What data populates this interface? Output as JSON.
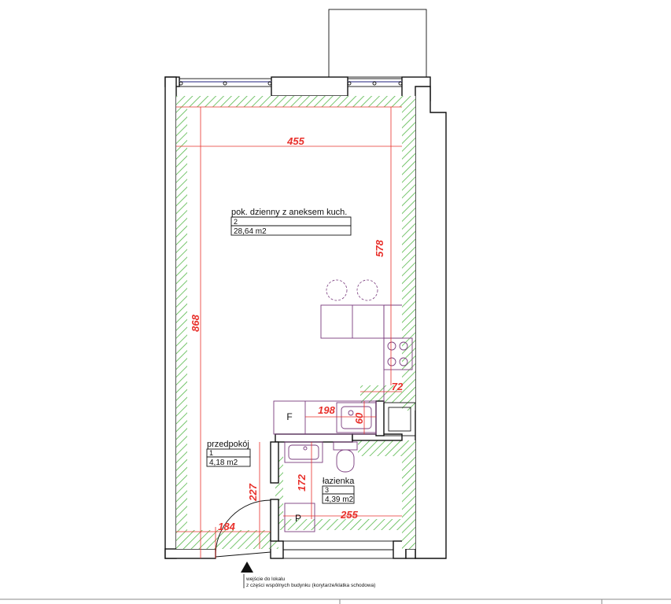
{
  "rooms": [
    {
      "name": "pok. dzienny z aneksem kuch.",
      "number": "2",
      "area": "28,64 m2"
    },
    {
      "name": "przedpokój",
      "number": "1",
      "area": "4,18 m2"
    },
    {
      "name": "łazienka",
      "number": "3",
      "area": "4,39 m2"
    }
  ],
  "dimensions": {
    "room_width": "455",
    "room_depth": "578",
    "total_depth": "868",
    "kitchen_counter": "72",
    "kitchen_run": "198",
    "sink_depth": "60",
    "hall_depth": "227",
    "bath_depth": "172",
    "hall_width": "184",
    "bath_width": "255"
  },
  "fixture_labels": {
    "fridge": "F",
    "washer": "P"
  },
  "entrance": {
    "line1": "wejście do lokalu",
    "line2": "z części wspólnych budynku (korytarze/klatka schodowa)"
  },
  "colors": {
    "dimension": "#e8302b",
    "hatch": "#56b84a",
    "furniture": "#7a3c7e",
    "walls": "#111111"
  }
}
